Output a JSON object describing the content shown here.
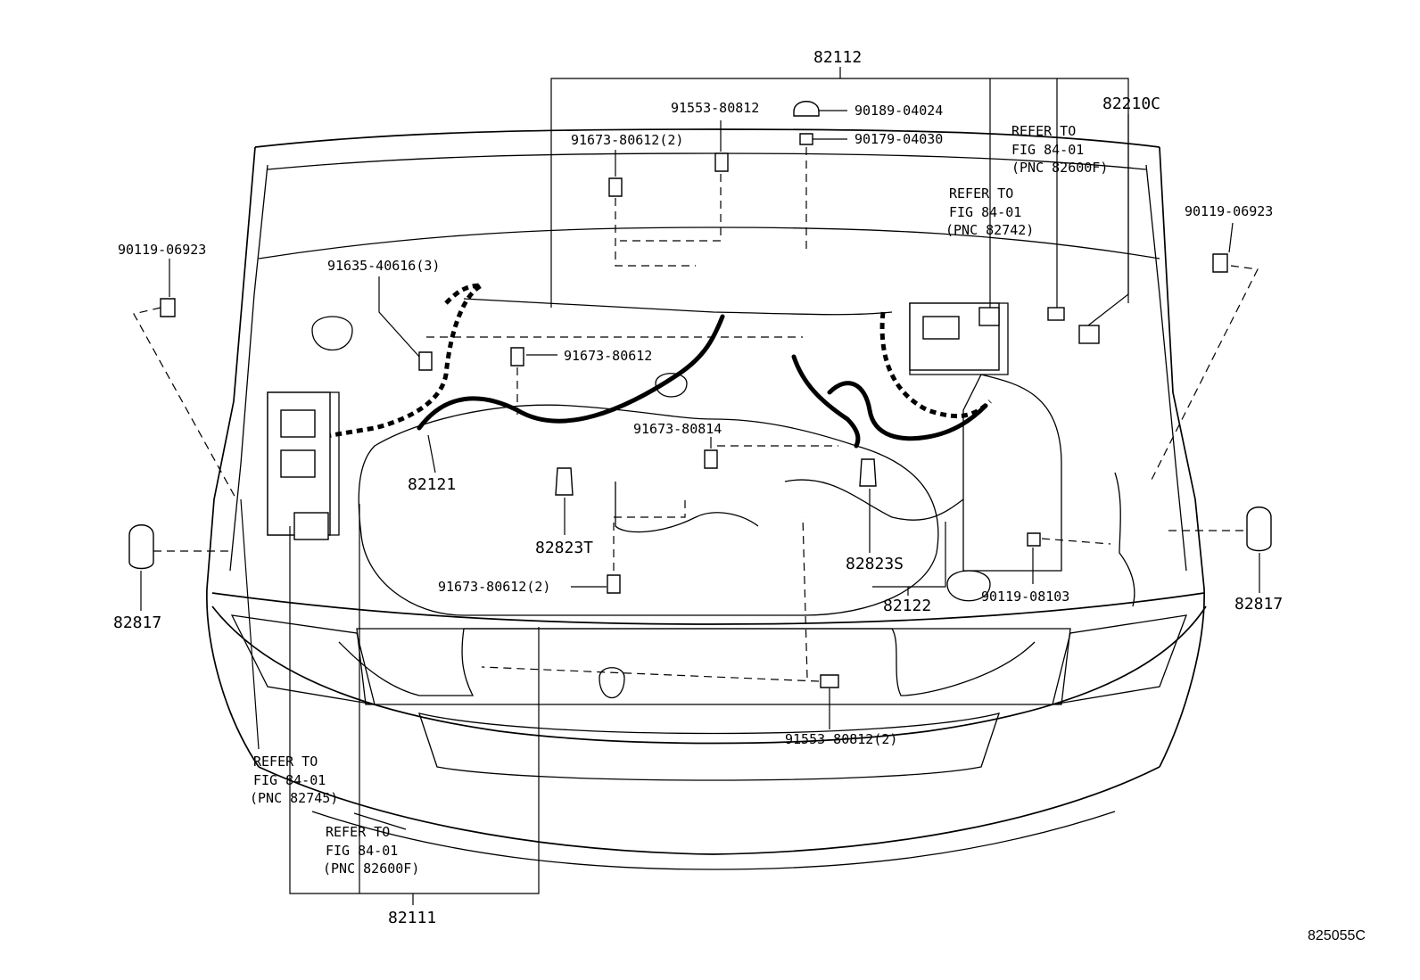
{
  "diagram_id": "825055C",
  "labels": {
    "p82112": "82112",
    "p82210c": "82210C",
    "p91553_80812_top": "91553-80812",
    "p90189_04024": "90189-04024",
    "p91673_80612_2_top": "91673-80612(2)",
    "p90179_04030": "90179-04030",
    "p90119_06923_left": "90119-06923",
    "p90119_06923_right": "90119-06923",
    "p91635_40616_3": "91635-40616(3)",
    "p91673_80612_mid": "91673-80612",
    "p91673_80814": "91673-80814",
    "p82121": "82121",
    "p82823t": "82823T",
    "p82823s": "82823S",
    "p82817_left": "82817",
    "p82817_right": "82817",
    "p91673_80612_2_bottom": "91673-80612(2)",
    "p82122": "82122",
    "p90119_08103": "90119-08103",
    "p91553_80812_2_bottom": "91553-80812(2)",
    "p82111": "82111"
  },
  "refs": {
    "r82600f_top": [
      "REFER TO",
      "FIG 84-01",
      "(PNC 82600F)"
    ],
    "r82742": [
      "REFER TO",
      "FIG 84-01",
      "(PNC 82742)"
    ],
    "r82745": [
      "REFER TO",
      "FIG 84-01",
      "(PNC 82745)"
    ],
    "r82600f_bottom": [
      "REFER TO",
      "FIG 84-01",
      "(PNC 82600F)"
    ]
  }
}
